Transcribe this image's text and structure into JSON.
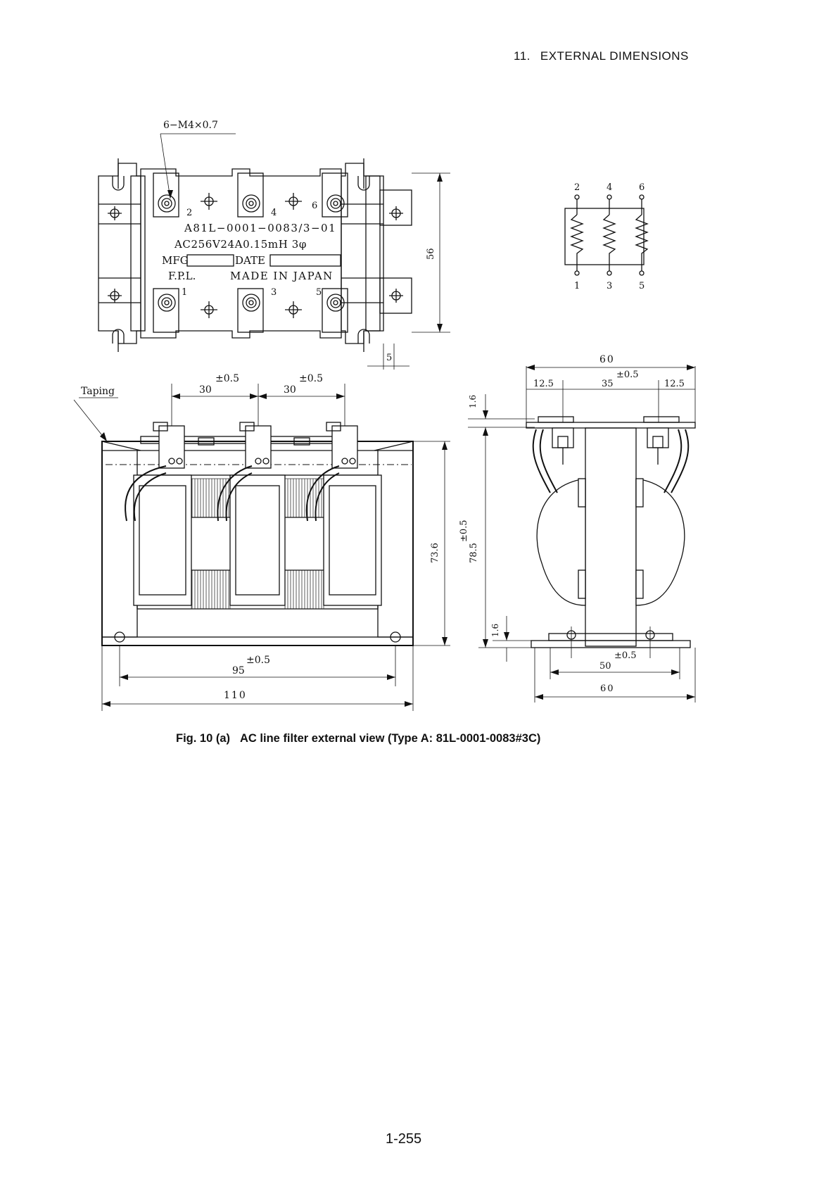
{
  "header": {
    "section_number": "11.",
    "section_title": "EXTERNAL DIMENSIONS"
  },
  "top_view": {
    "thread_spec": "6−M4×0.7",
    "part_number": "A81L−0001−0083/3−01",
    "rating": "AC256V24A0.15mH 3φ",
    "mfg_label": "MFG",
    "date_label": "DATE",
    "maker": "F.P.L.",
    "origin": "MADE IN JAPAN",
    "terminals_top": [
      "2",
      "4",
      "6"
    ],
    "terminals_bottom": [
      "1",
      "3",
      "5"
    ],
    "dim_height": "56",
    "dim_slot": "5"
  },
  "schematic": {
    "top_labels": [
      "2",
      "4",
      "6"
    ],
    "bottom_labels": [
      "1",
      "3",
      "5"
    ]
  },
  "front_view": {
    "taping_label": "Taping",
    "pitch1": "30",
    "pitch1_tol": "±0.5",
    "pitch2": "30",
    "pitch2_tol": "±0.5",
    "height": "73.6",
    "mount_pitch": "95",
    "mount_pitch_tol": "±0.5",
    "overall_width": "110"
  },
  "side_view": {
    "overall_width": "60",
    "left_offset": "12.5",
    "center": "35",
    "center_tol": "±0.5",
    "right_offset": "12.5",
    "top_thickness": "1.6",
    "height": "78.5",
    "height_tol": "±0.5",
    "base_thickness": "1.6",
    "mount_pitch": "50",
    "mount_pitch_tol": "±0.5",
    "base_width": "60"
  },
  "caption": {
    "figure": "Fig. 10 (a)",
    "text": "AC line filter external view (Type A: 81L-0001-0083#3C)"
  },
  "page_number": "1-255"
}
